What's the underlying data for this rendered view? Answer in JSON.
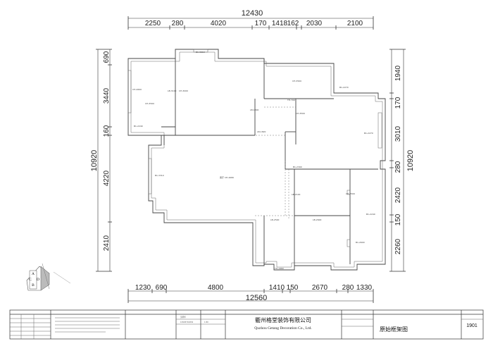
{
  "drawing": {
    "top_total": "12430",
    "top_dims": [
      "2250",
      "280",
      "4020",
      "170",
      "1418",
      "162",
      "2030",
      "2100"
    ],
    "bottom_total": "12560",
    "bottom_dims": [
      "1230",
      "690",
      "4800",
      "1410",
      "150",
      "2670",
      "280",
      "1330"
    ],
    "left_total": "10920",
    "left_dims": [
      "690",
      "3440",
      "160",
      "4220",
      "2410"
    ],
    "right_total": "10920",
    "right_dims": [
      "1940",
      "170",
      "3010",
      "280",
      "2420",
      "150",
      "2260"
    ],
    "room_labels": [
      "B1-3610",
      "CH-3500",
      "CH-3500",
      "B1-2270",
      "CH-2600",
      "B1-2240",
      "TH-700",
      "LB-1800",
      "CH-3500",
      "B1-2270",
      "LB-1820",
      "LB-3100",
      "CH-3000",
      "B1-3310",
      "客厅 CH-2680",
      "LB-2100",
      "CH-2500",
      "LB-2500",
      "LB-2600",
      "B1-2240",
      "B1-2600",
      "TH-1960",
      "B1-2390"
    ]
  },
  "title_block": {
    "company_cn": "衢州格堂装饰有限公司",
    "company_en": "Quzhou Getang Decoration Co., Ltd.",
    "drawing_title": "原始框架图",
    "drawing_number": "1901",
    "designer": "吴明华",
    "scale": "1:80",
    "phone": "13905701834",
    "logo_letters": [
      "A",
      "C",
      "D",
      "B"
    ]
  }
}
